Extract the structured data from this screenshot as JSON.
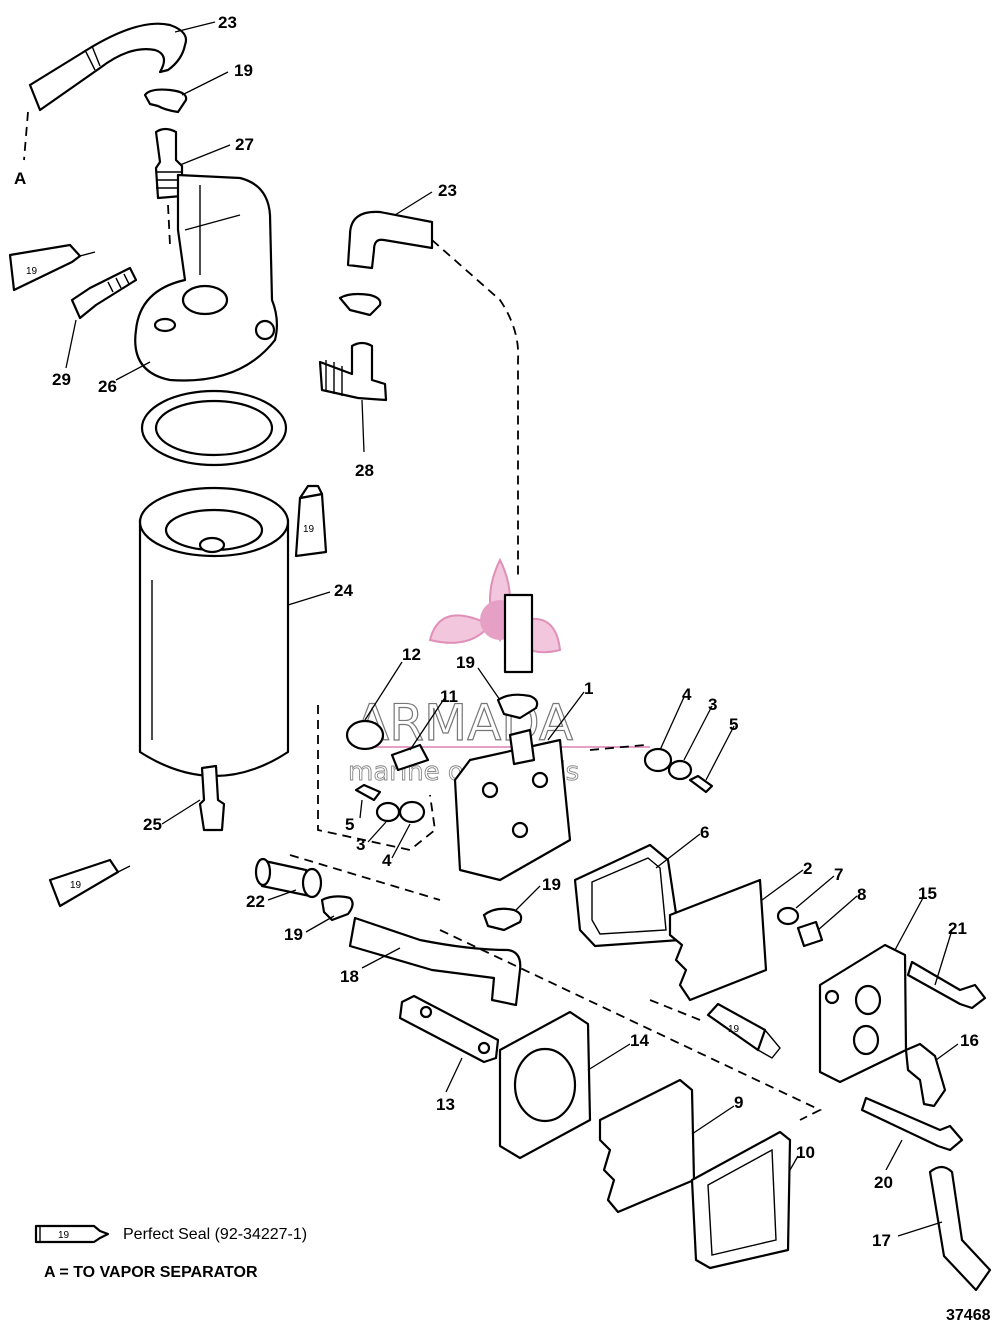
{
  "figure_number": "37468",
  "watermark": {
    "brand": "ARMADA",
    "tagline": "marine outboards"
  },
  "legend": {
    "tube_number": "19",
    "description": "Perfect Seal (92-34227-1)"
  },
  "note": "A = TO VAPOR SEPARATOR",
  "reference_letter": "A",
  "callouts": {
    "c23a": "23",
    "c19a": "19",
    "c27": "27",
    "c23b": "23",
    "c29": "29",
    "c26": "26",
    "c28": "28",
    "c24": "24",
    "c25": "25",
    "c12": "12",
    "c11": "11",
    "c19b": "19",
    "c1": "1",
    "c4a": "4",
    "c3a": "3",
    "c5a": "5",
    "c5b": "5",
    "c3b": "3",
    "c4b": "4",
    "c6": "6",
    "c19c": "19",
    "c22": "22",
    "c19d": "19",
    "c18": "18",
    "c2": "2",
    "c7": "7",
    "c8": "8",
    "c15": "15",
    "c21": "21",
    "c16": "16",
    "c14": "14",
    "c13": "13",
    "c9": "9",
    "c10": "10",
    "c20": "20",
    "c17": "17"
  },
  "tube_labels": {
    "t1": "19",
    "t2": "19",
    "t3": "19",
    "t4": "19"
  }
}
